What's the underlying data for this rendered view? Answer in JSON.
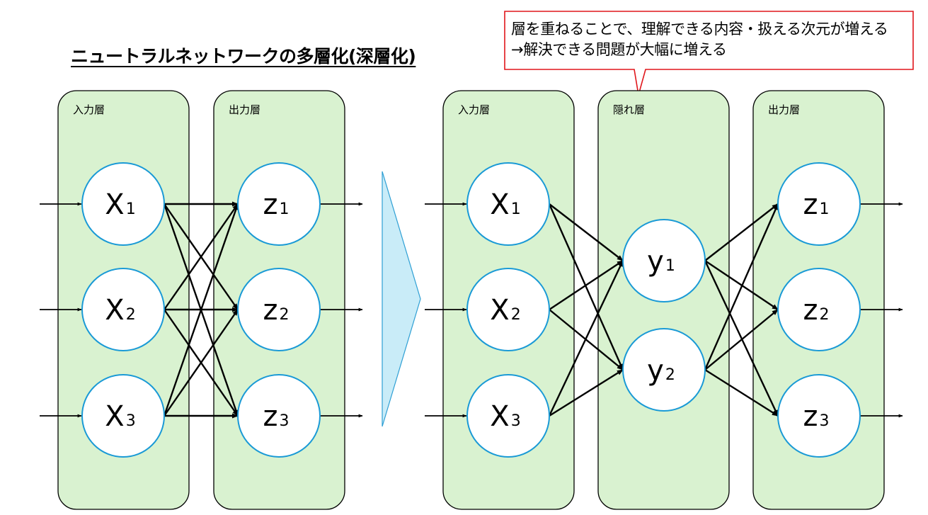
{
  "title": "ニュートラルネットワークの多層化(深層化)",
  "callout": {
    "line1": "層を重ねることで、理解できる内容・扱える次元が増える",
    "line2": "→解決できる問題が大幅に増える",
    "border_color": "#e0161b"
  },
  "colors": {
    "layer_fill": "#d9f2d0",
    "node_stroke": "#1a9ad6",
    "transition_arrow": "#c9ecf8"
  },
  "left_network": {
    "layers": [
      {
        "label": "入力層",
        "nodes": [
          {
            "base": "X",
            "sub": "1"
          },
          {
            "base": "X",
            "sub": "2"
          },
          {
            "base": "X",
            "sub": "3"
          }
        ]
      },
      {
        "label": "出力層",
        "nodes": [
          {
            "base": "z",
            "sub": "1"
          },
          {
            "base": "z",
            "sub": "2"
          },
          {
            "base": "z",
            "sub": "3"
          }
        ]
      }
    ]
  },
  "right_network": {
    "layers": [
      {
        "label": "入力層",
        "nodes": [
          {
            "base": "X",
            "sub": "1"
          },
          {
            "base": "X",
            "sub": "2"
          },
          {
            "base": "X",
            "sub": "3"
          }
        ]
      },
      {
        "label": "隠れ層",
        "nodes": [
          {
            "base": "y",
            "sub": "1"
          },
          {
            "base": "y",
            "sub": "2"
          }
        ]
      },
      {
        "label": "出力層",
        "nodes": [
          {
            "base": "z",
            "sub": "1"
          },
          {
            "base": "z",
            "sub": "2"
          },
          {
            "base": "z",
            "sub": "3"
          }
        ]
      }
    ]
  },
  "transition_icon": "right-arrow-icon"
}
